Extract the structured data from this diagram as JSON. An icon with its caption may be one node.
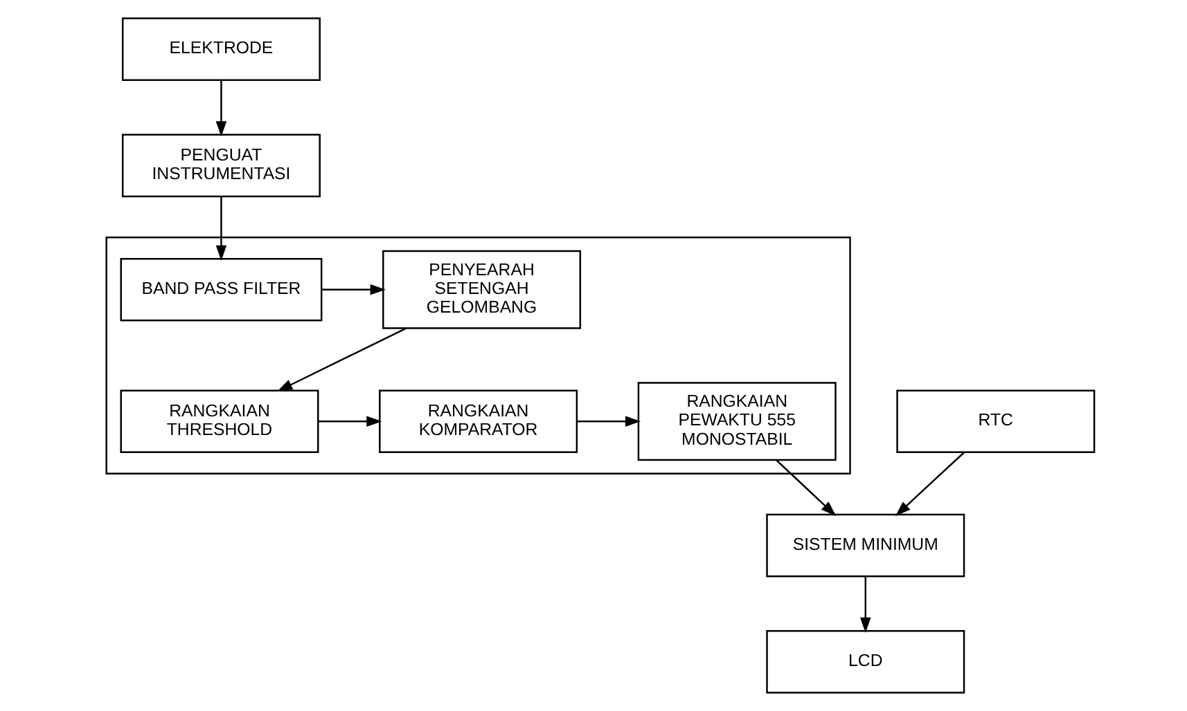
{
  "diagram": {
    "nodes": [
      {
        "text": [
          "ELEKTRODE"
        ]
      },
      {
        "text": [
          "PENGUAT INSTRUMENTASI"
        ]
      },
      {
        "text": [],
        "shape": "box"
      },
      {
        "text": [
          "BAND PASS FILTER"
        ],
        "in": 2
      },
      {
        "text": [
          "PENYEARAH SETENGAH GELOMBANG"
        ],
        "in": 2
      },
      {
        "text": [
          "RANGKAIAN THRESHOLD"
        ],
        "in": 2
      },
      {
        "text": [
          "RANGKAIAN KOMPARATOR"
        ],
        "in": 2
      },
      {
        "text": [
          "RANGKAIAN PEWAKTU 555 MONOSTABIL"
        ],
        "in": 2
      },
      {
        "text": [
          "RTC"
        ]
      },
      {
        "text": [
          "SISTEM MINIMUM"
        ]
      },
      {
        "text": [
          "LCD"
        ]
      }
    ],
    "edges": [
      {
        "from": 0,
        "to": 1,
        "arrow": "to"
      },
      {
        "from": 1,
        "to": 3,
        "arrow": "to"
      },
      {
        "from": 3,
        "to": 4,
        "arrow": "to"
      },
      {
        "from": 4,
        "to": 5,
        "arrow": "to"
      },
      {
        "from": 5,
        "to": 6,
        "arrow": "to"
      },
      {
        "from": 6,
        "to": 7,
        "arrow": "to"
      },
      {
        "from": 7,
        "to": 9,
        "arrow": "to"
      },
      {
        "from": 8,
        "to": 9,
        "arrow": "to"
      },
      {
        "from": 9,
        "to": 10,
        "arrow": "to"
      }
    ]
  }
}
